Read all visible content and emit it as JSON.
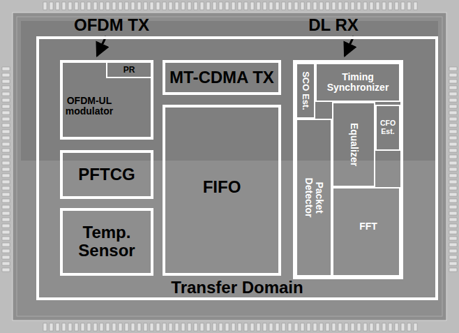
{
  "diagram": {
    "nodes": [
      {
        "text": [
          "Transfer Domain"
        ]
      },
      {
        "text": [
          "OFDM TX",
          "OFDM-UL modulator"
        ],
        "in": 0
      },
      {
        "text": [
          "PR"
        ],
        "in": 1
      },
      {
        "text": [
          "PFTCG"
        ],
        "in": 0
      },
      {
        "text": [
          "Temp. Sensor"
        ],
        "in": 0
      },
      {
        "text": [
          "MT-CDMA TX"
        ],
        "in": 0
      },
      {
        "text": [
          "FIFO"
        ],
        "in": 0
      },
      {
        "text": [
          "DL RX"
        ],
        "in": 0
      },
      {
        "text": [
          "SCO Est."
        ],
        "in": 7
      },
      {
        "text": [
          "Timing Synchronizer"
        ],
        "in": 7
      },
      {
        "text": [
          "Equalizer"
        ],
        "in": 7
      },
      {
        "text": [
          "CFO Est."
        ],
        "in": 7
      },
      {
        "text": [
          "Packet Detector"
        ],
        "in": 7
      },
      {
        "text": [
          "FFT"
        ],
        "in": 7
      }
    ]
  }
}
